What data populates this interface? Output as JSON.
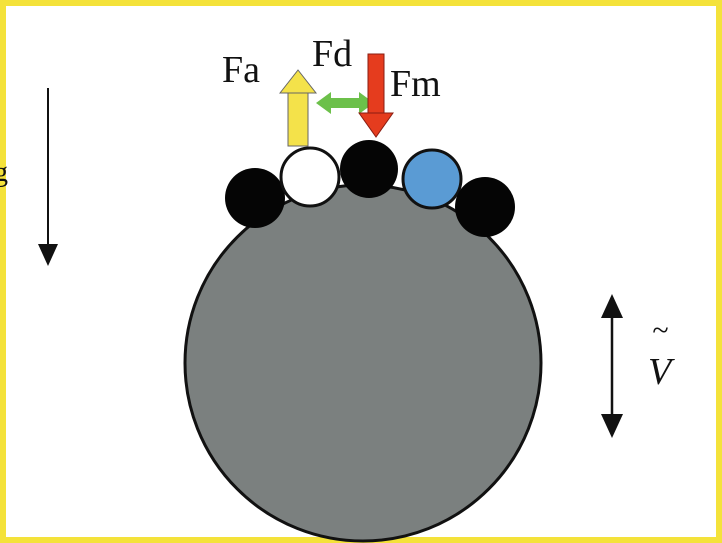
{
  "labels": {
    "fa": "Fa",
    "fd": "Fd",
    "fm": "Fm",
    "v": "V",
    "v_mark": "~",
    "left_mark": "g"
  },
  "colors": {
    "frame_border": "#f4e23a",
    "drum_fill": "#7b807f",
    "particle_black": "#050505",
    "particle_white": "#ffffff",
    "particle_blue": "#5a9bd4",
    "arrow_fa": "#f4e24a",
    "arrow_fd": "#6cc04a",
    "arrow_fm": "#e53c1e",
    "line": "#111111"
  },
  "icons": {
    "gravity_arrow": "down-arrow-icon",
    "vibration_arrow": "double-vertical-arrow-icon"
  }
}
